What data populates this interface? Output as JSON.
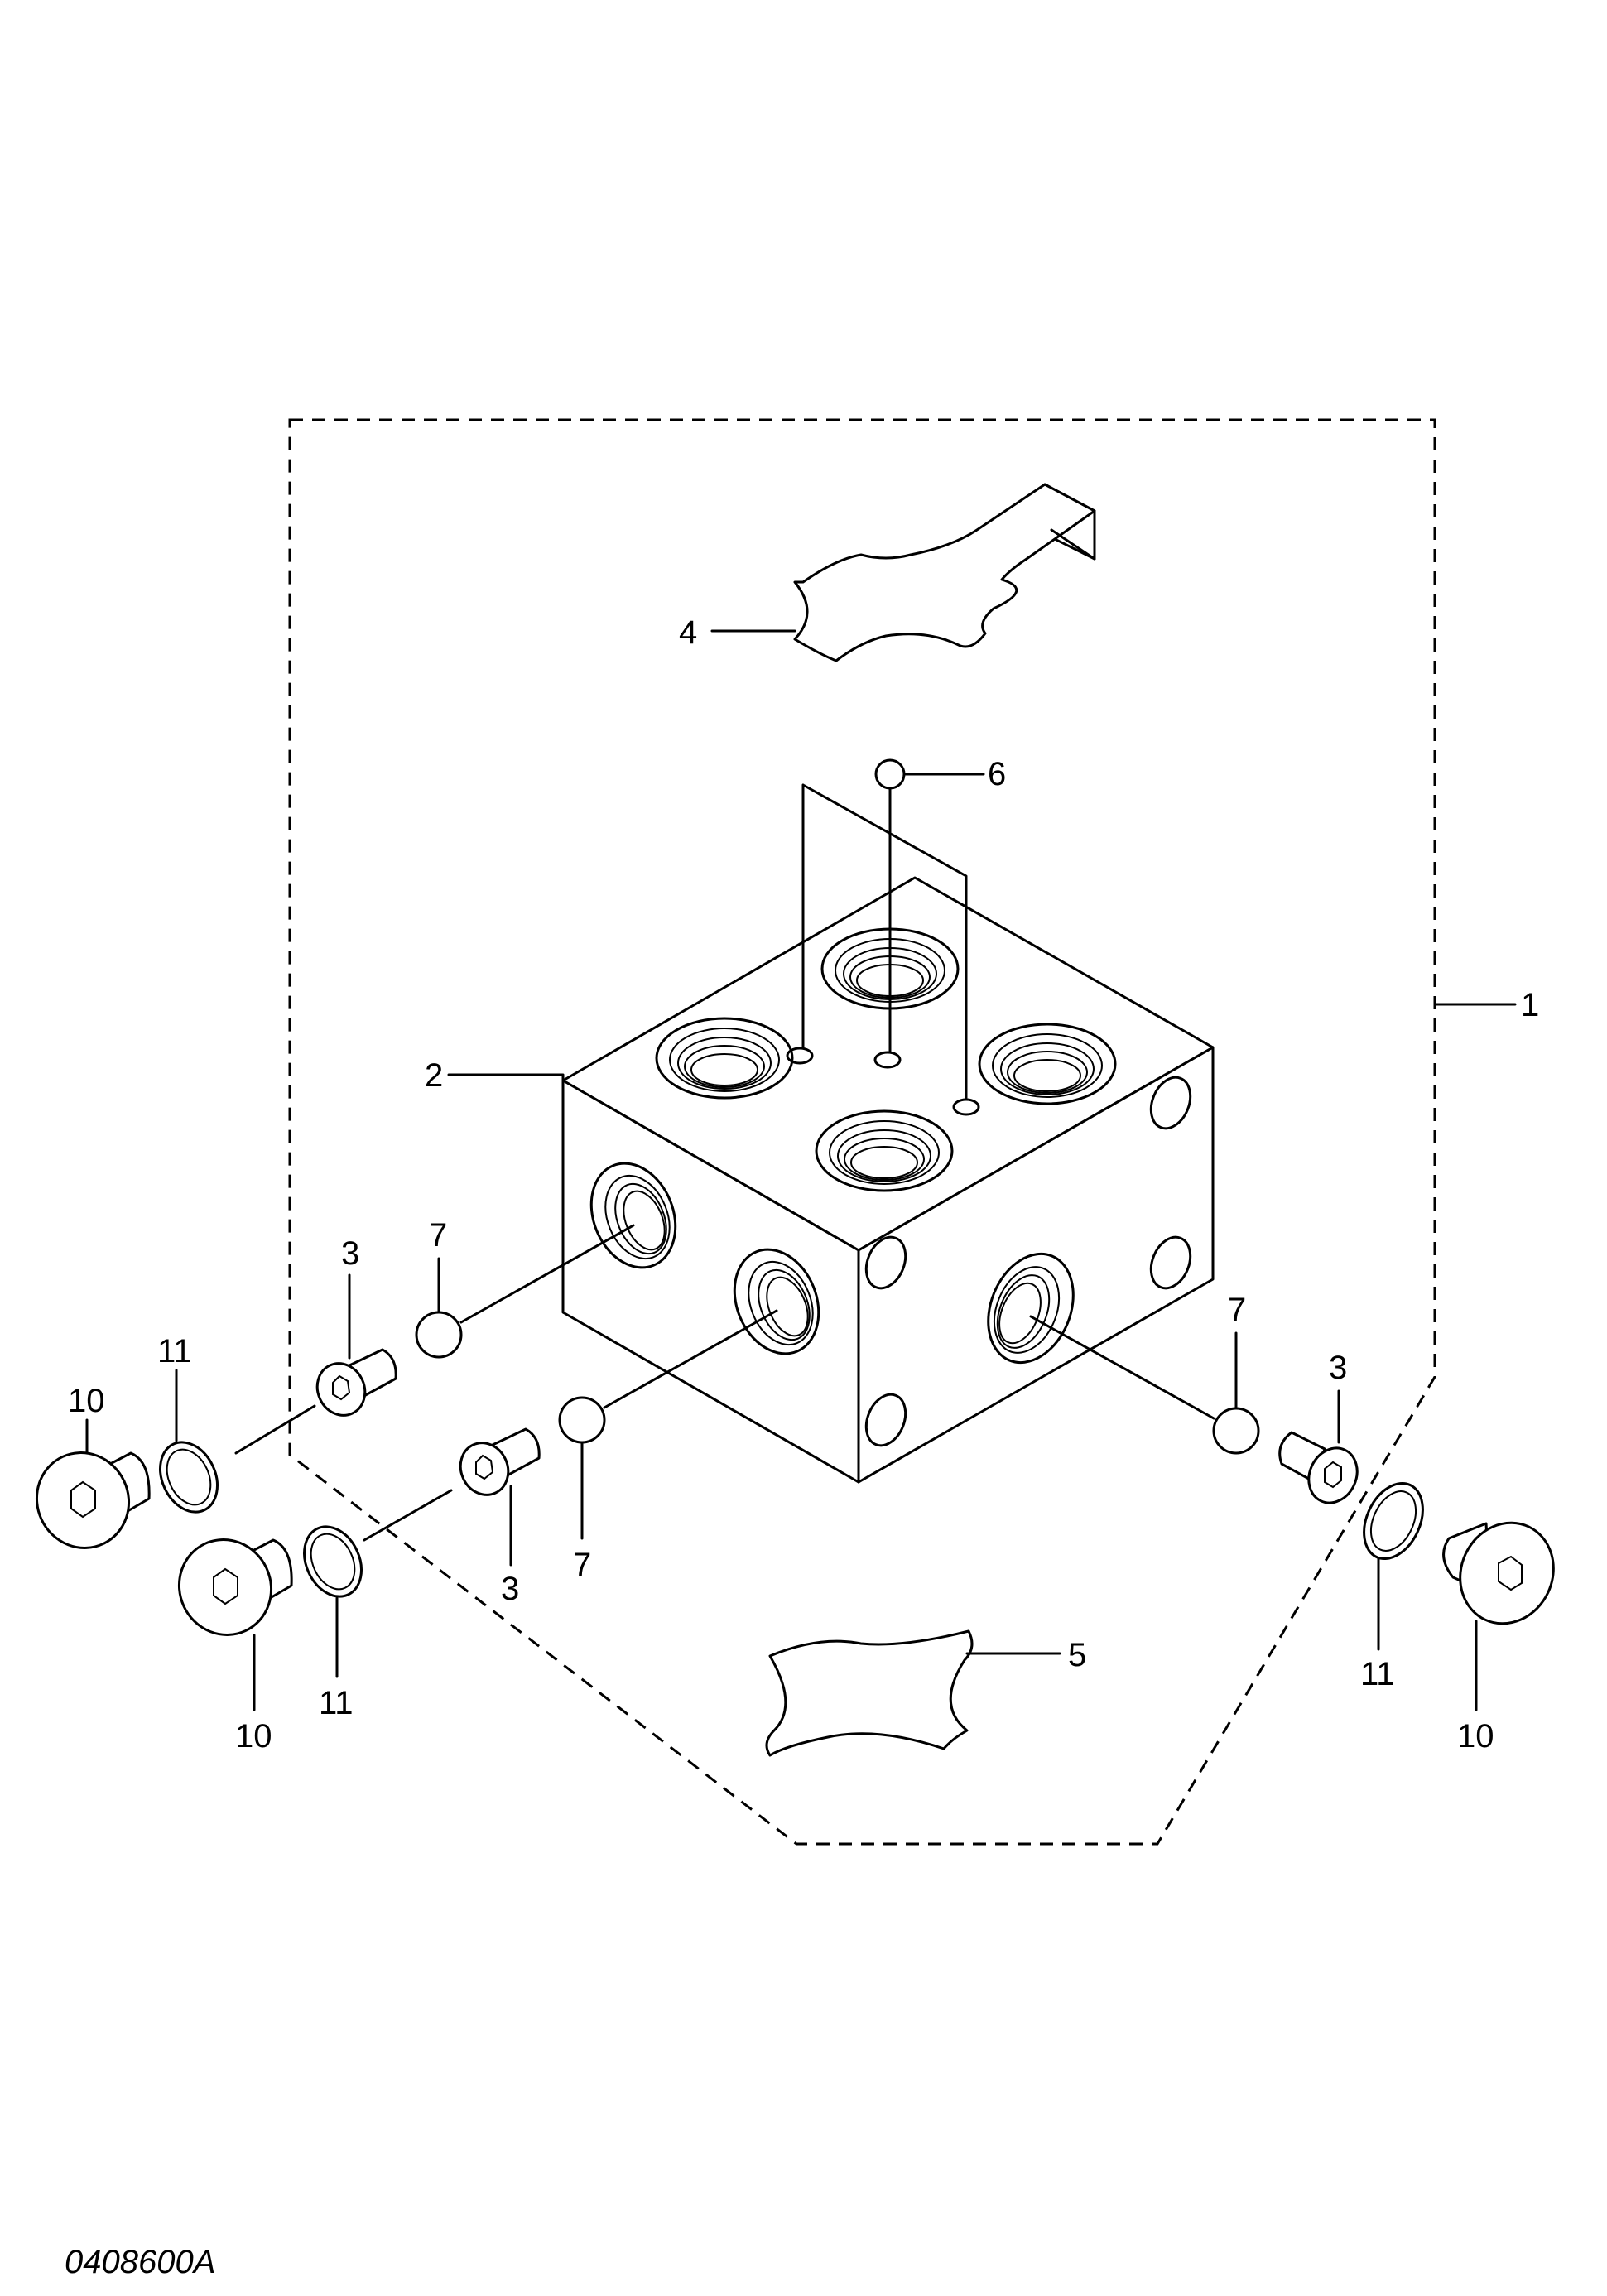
{
  "callouts": {
    "c1": "1",
    "c2": "2",
    "c3a": "3",
    "c3b": "3",
    "c3c": "3",
    "c4": "4",
    "c5": "5",
    "c6": "6",
    "c7a": "7",
    "c7b": "7",
    "c7c": "7",
    "c10a": "10",
    "c10b": "10",
    "c10c": "10",
    "c11a": "11",
    "c11b": "11",
    "c11c": "11"
  },
  "drawing_code": "0408600A"
}
